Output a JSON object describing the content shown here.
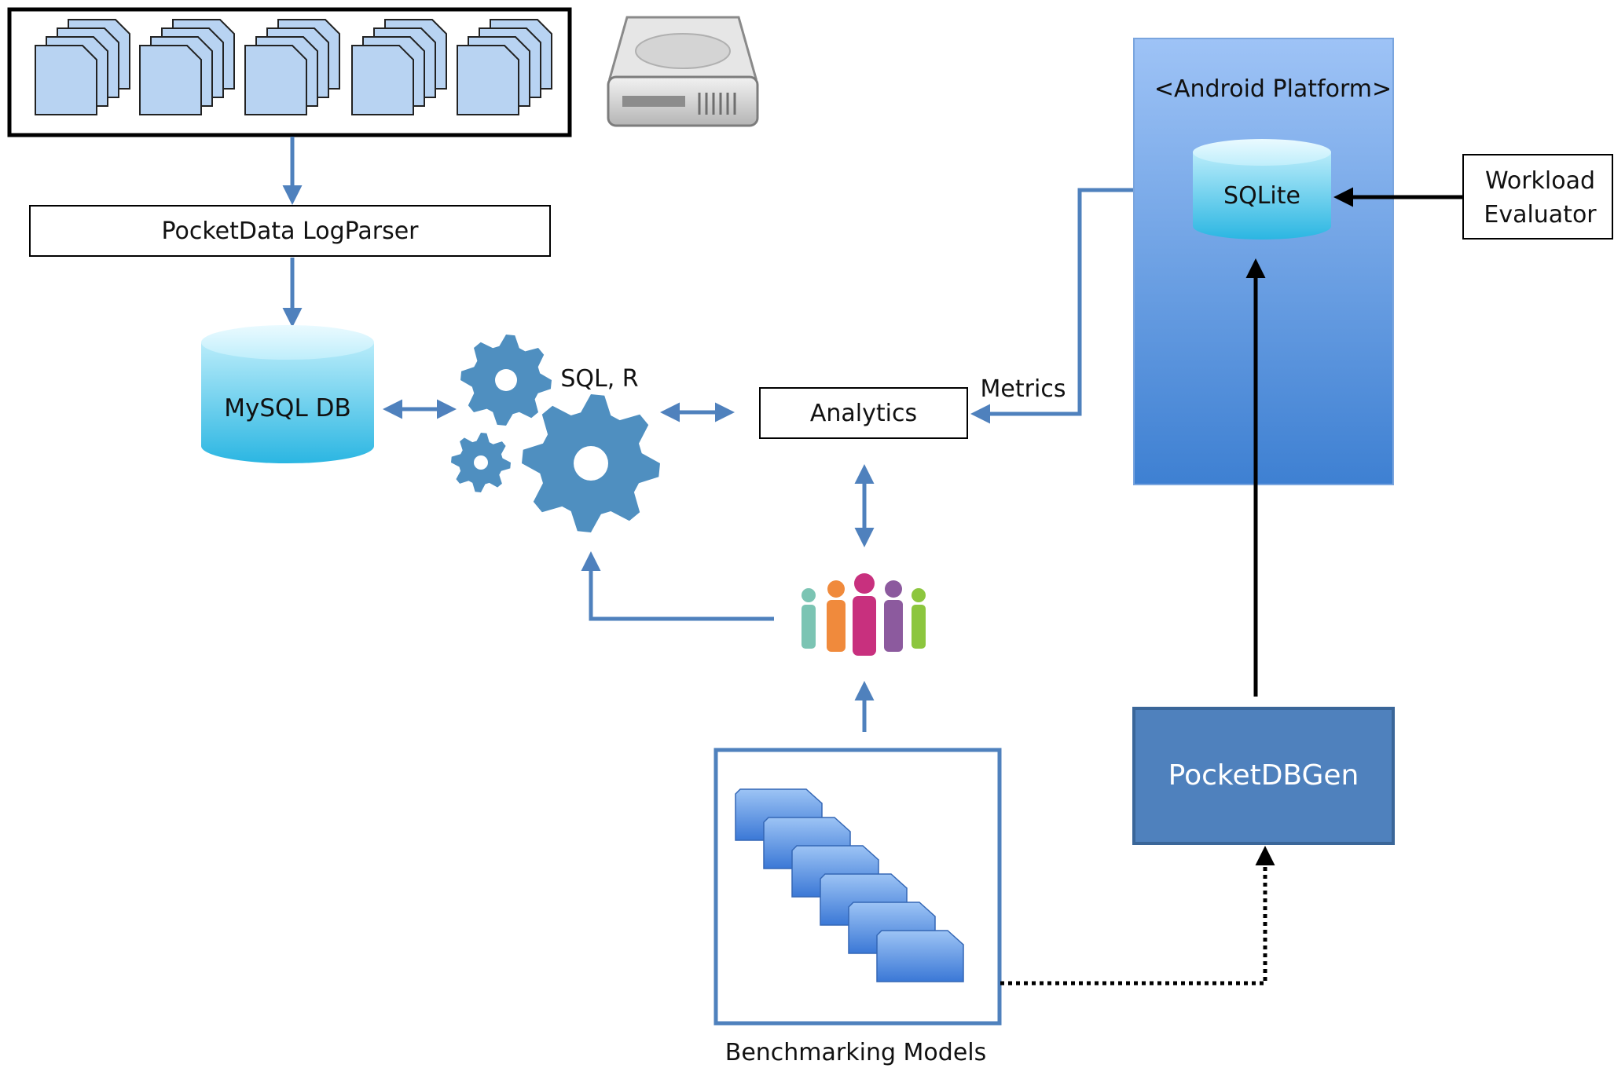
{
  "nodes": {
    "log_parser": "PocketData LogParser",
    "mysql_db": "MySQL DB",
    "sql_r": "SQL, R",
    "analytics": "Analytics",
    "metrics": "Metrics",
    "android_platform": "<Android Platform>",
    "sqlite": "SQLite",
    "workload_evaluator_line1": "Workload",
    "workload_evaluator_line2": "Evaluator",
    "pocketdbgen": "PocketDBGen",
    "benchmarking_models": "Benchmarking Models"
  },
  "icons": [
    "document-stack-icon",
    "hard-drive-icon",
    "database-icon",
    "gears-icon",
    "people-group-icon",
    "model-stack-icon"
  ],
  "colors": {
    "flow_arrow": "#4f81bd",
    "android_top": "#9dc3f7",
    "android_bottom": "#3d7fd1",
    "cylinder_cyan": "#4fc3e6",
    "pocketdbgen_fill": "#4f81bd",
    "gear_blue": "#4f8fc0"
  }
}
